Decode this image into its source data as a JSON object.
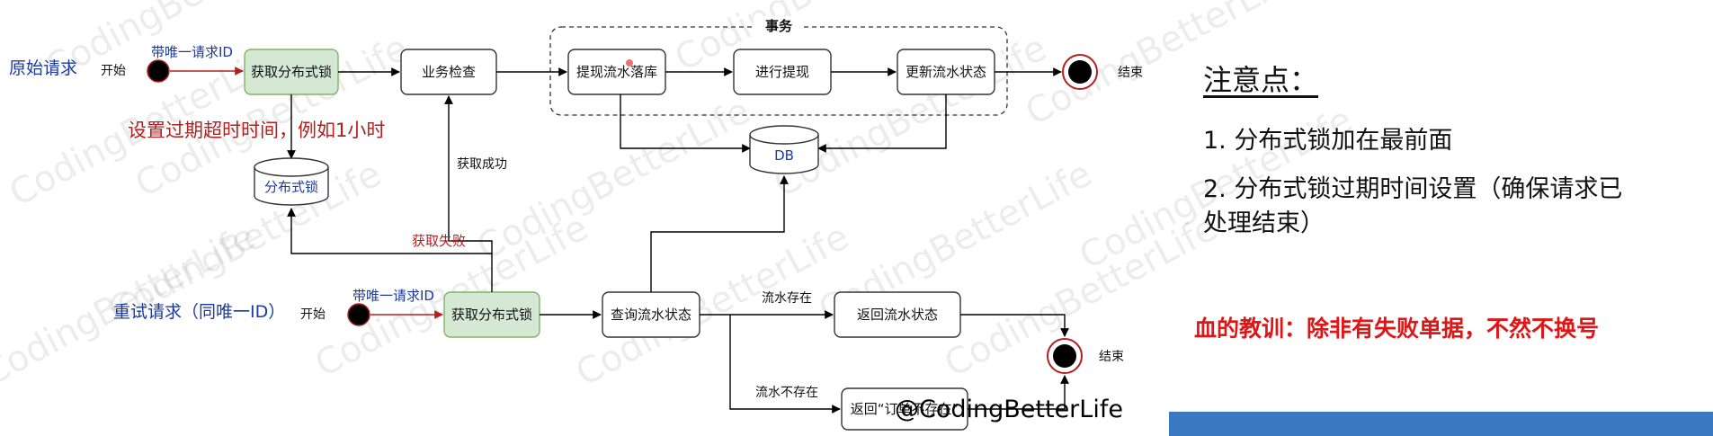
{
  "diagram": {
    "lanes": {
      "original": "原始请求",
      "retry": "重试请求（同唯一ID）"
    },
    "start_label": "开始",
    "end_label": "结束",
    "edge_labels": {
      "unique_id_top": "带唯一请求ID",
      "unique_id_bottom": "带唯一请求ID",
      "expire_note": "设置过期超时时间，例如1小时",
      "get_success": "获取成功",
      "get_fail": "获取失败",
      "flow_exists": "流水存在",
      "flow_not_exists": "流水不存在"
    },
    "nodes": {
      "acquire_lock_top": "获取分布式锁",
      "biz_check": "业务检查",
      "withdraw_flow": "提现流水落库",
      "do_withdraw": "进行提现",
      "update_flow": "更新流水状态",
      "acquire_lock_bottom": "获取分布式锁",
      "query_flow": "查询流水状态",
      "return_flow": "返回流水状态",
      "return_order": "返回“订单不存在”"
    },
    "databases": {
      "lock_db": "分布式锁",
      "db": "DB"
    },
    "group_label": "事务"
  },
  "notes": {
    "title": "注意点：",
    "items": [
      "1. 分布式锁加在最前面",
      "2. 分布式锁过期时间设置（确保请求已处理结束）"
    ],
    "lesson": "血的教训：除非有失败单据，不然不换号"
  },
  "credit": "@CodingBetterLife",
  "watermark": "CodingBetterLife",
  "colors": {
    "lock_fill": "#d5e8d4",
    "lock_stroke": "#82b366",
    "lane_blue": "#1a3aa0",
    "red_text": "#b32020",
    "lesson_red": "#e01515",
    "bar_blue": "#3b78c2"
  }
}
